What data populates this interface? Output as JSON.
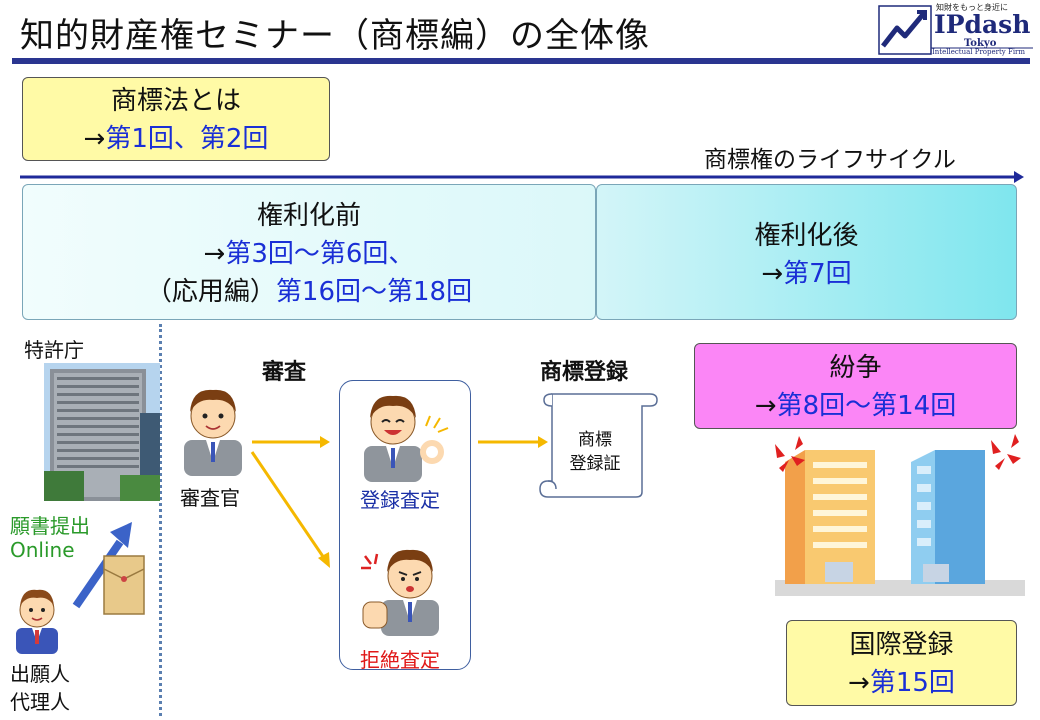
{
  "title": "知的財産権セミナー（商標編）の全体像",
  "logo": {
    "tagline": "知財をもっと身近に",
    "name": "IPdash",
    "city": "Tokyo",
    "subtitle": "Intellectual Property Firm"
  },
  "boxes": {
    "what_is": {
      "line1": "商標法とは",
      "line2_prefix": "→",
      "line2_link": "第1回、第2回"
    },
    "pre_registration": {
      "line1": "権利化前",
      "line2_prefix": "→",
      "line2_link": "第3回〜第6回、",
      "line3_prefix": "（応用編）",
      "line3_link": "第16回〜第18回"
    },
    "post_registration": {
      "line1": "権利化後",
      "line2_prefix": "→",
      "line2_link": "第7回"
    },
    "dispute": {
      "line1": "紛争",
      "line2_prefix": "→",
      "line2_link": "第8回〜第14回"
    },
    "international": {
      "line1": "国際登録",
      "line2_prefix": "→",
      "line2_link": "第15回"
    }
  },
  "lifecycle_label": "商標権のライフサイクル",
  "labels": {
    "jpo": "特許庁",
    "filing_line1": "願書提出",
    "filing_line2": "Online",
    "applicant_line1": "出願人",
    "applicant_line2": "代理人",
    "examination": "審査",
    "examiner": "審査官",
    "registration_decision": "登録査定",
    "refusal_decision": "拒絶査定",
    "registration": "商標登録",
    "certificate_line1": "商標",
    "certificate_line2": "登録証"
  },
  "colors": {
    "title_bar": "#2a3590",
    "highlight_yellow": "#fffaa6",
    "dispute_pink": "#fb86f6",
    "link_blue": "#1a2fd6",
    "arrow_orange": "#f5b800",
    "filing_green": "#2a9a2a",
    "refusal_red": "#e01818"
  }
}
